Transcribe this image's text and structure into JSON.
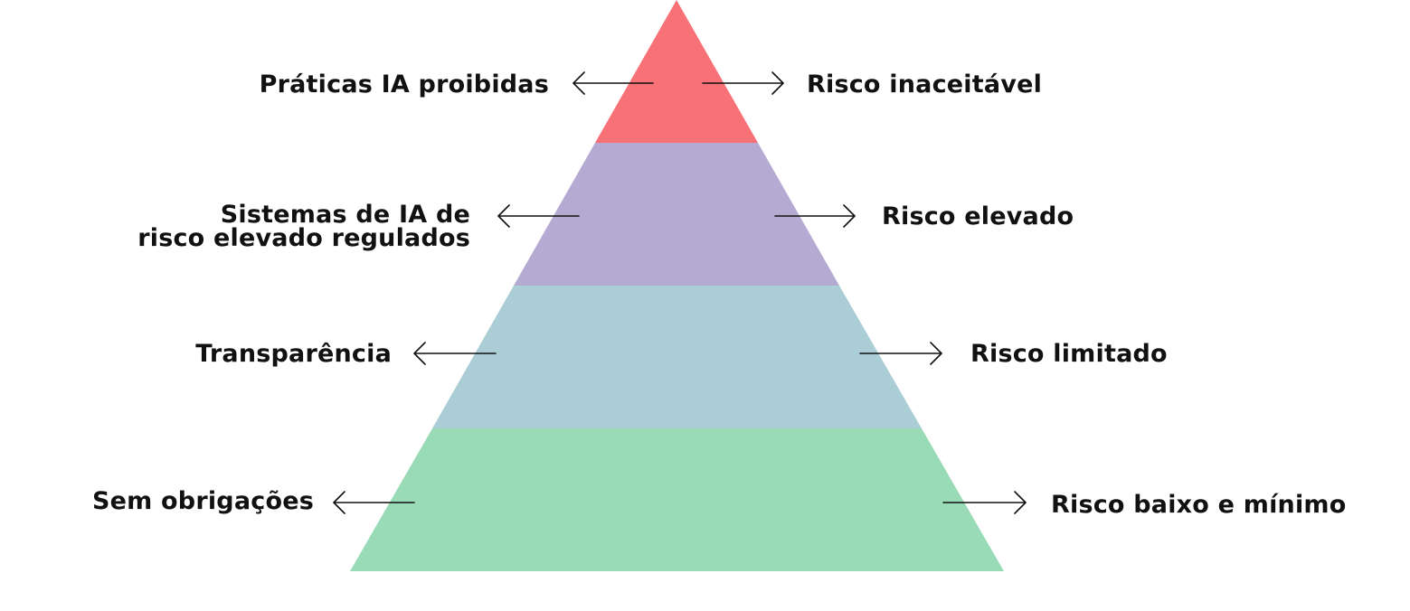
{
  "pyramid": {
    "levels": [
      {
        "id": "unacceptable",
        "left_labels": [
          "Práticas IA proibidas"
        ],
        "right_label": "Risco inaceitável",
        "color": "#f87177"
      },
      {
        "id": "high",
        "left_labels": [
          "Sistemas de IA de",
          "risco elevado regulados"
        ],
        "right_label": "Risco elevado",
        "color": "#b4aad2"
      },
      {
        "id": "limited",
        "left_labels": [
          "Transparência"
        ],
        "right_label": "Risco limitado",
        "color": "#abcdd5"
      },
      {
        "id": "minimal",
        "left_labels": [
          "Sem obrigações"
        ],
        "right_label": "Risco baixo e mínimo",
        "color": "#99dbb6"
      }
    ]
  }
}
